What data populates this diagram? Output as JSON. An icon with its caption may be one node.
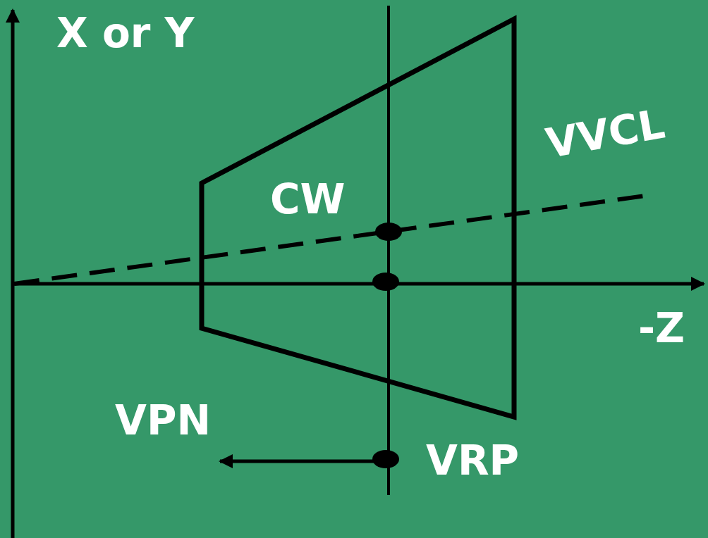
{
  "diagram": {
    "labels": [
      "X or Y",
      "VVCL",
      "CW",
      "-Z",
      "VPN",
      "VRP"
    ]
  }
}
